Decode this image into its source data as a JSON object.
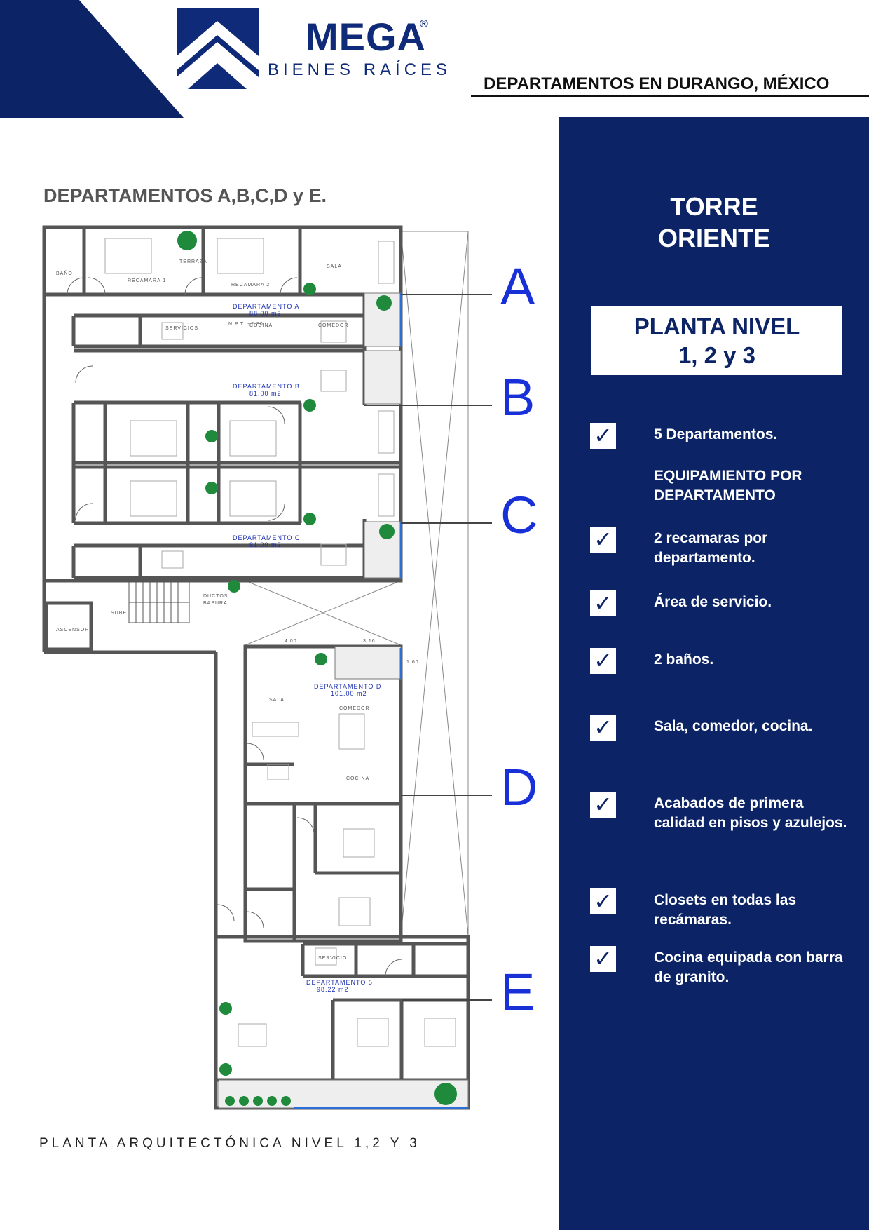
{
  "brand": {
    "name": "MEGA",
    "registered": "®",
    "subtitle": "BIENES RAÍCES"
  },
  "header": {
    "subtitle": "DEPARTAMENTOS EN DURANGO, MÉXICO"
  },
  "plan": {
    "title": "DEPARTAMENTOS A,B,C,D y E.",
    "caption": "PLANTA ARQUITECTÓNICA NIVEL 1,2 Y 3",
    "unit_markers": [
      "A",
      "B",
      "C",
      "D",
      "E"
    ],
    "units": [
      {
        "label": "DEPARTAMENTO A",
        "area": "88.00 m2"
      },
      {
        "label": "DEPARTAMENTO B",
        "area": "81.00 m2"
      },
      {
        "label": "DEPARTAMENTO C",
        "area": "81.00 m2"
      },
      {
        "label": "DEPARTAMENTO D",
        "area": "101.00 m2"
      },
      {
        "label": "DEPARTAMENTO 5",
        "area": "98.22 m2"
      }
    ],
    "room_labels": {
      "bano": "BAÑO",
      "terraza": "TERRAZA",
      "recamara_1": "RECAMARA 1",
      "recamara_2": "RECAMARA 2",
      "sala": "SALA",
      "comedor": "COMEDOR",
      "cocina": "COCINA",
      "servicios": "SERVICIOS",
      "servicio": "SERVICIO",
      "ascensor": "ASCENSOR",
      "sube": "SUBE",
      "ductos": "DUCTOS",
      "basura": "BASURA",
      "npt": "N.P.T. +2.80"
    },
    "dimensions": {
      "dim_1": "4.00",
      "dim_2": "3.16",
      "dim_3": "1.60"
    }
  },
  "sidebar": {
    "tower_line1": "TORRE",
    "tower_line2": "ORIENTE",
    "level_line1": "PLANTA NIVEL",
    "level_line2": "1, 2 y 3",
    "check_icon": "✓",
    "features": [
      "5 Departamentos.",
      "2 recamaras por departamento.",
      "Área de servicio.",
      "2 baños.",
      "Sala, comedor, cocina.",
      "Acabados de primera calidad en pisos y azulejos.",
      "Closets en todas las recámaras.",
      "Cocina equipada con barra de granito."
    ],
    "equipment_heading": "EQUIPAMIENTO POR DEPARTAMENTO"
  },
  "colors": {
    "navy": "#0c2466",
    "brand_blue": "#0f2a78",
    "marker_blue": "#1830d8",
    "plant_green": "#1f8a3b",
    "wall_gray": "#555555"
  }
}
